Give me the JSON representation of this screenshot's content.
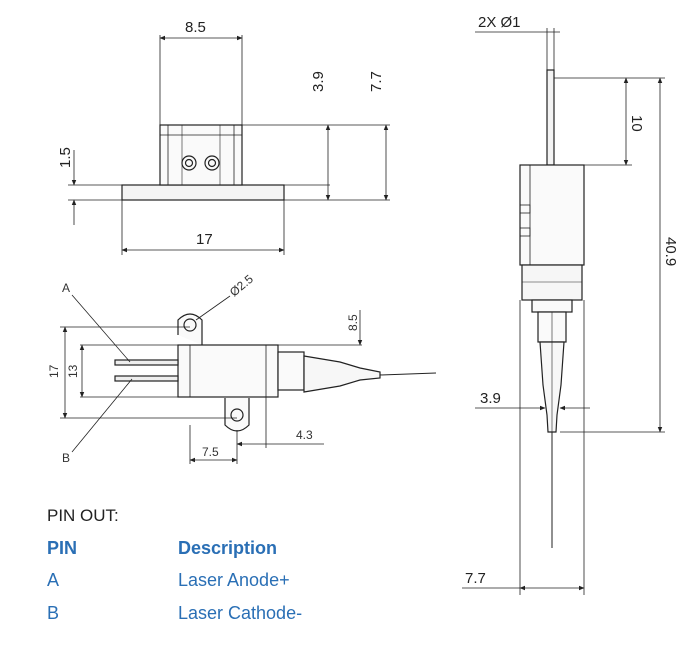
{
  "front_view": {
    "dim_width_top": "8.5",
    "dim_height_39": "3.9",
    "dim_height_77": "7.7",
    "dim_flange": "1.5",
    "dim_base_width": "17"
  },
  "top_view": {
    "label_a": "A",
    "label_b": "B",
    "dim_hole": "Ø2.5",
    "dim_85": "8.5",
    "dim_17": "17",
    "dim_13": "13",
    "dim_75": "7.5",
    "dim_43": "4.3"
  },
  "side_view": {
    "dim_pin": "2X Ø1",
    "dim_10": "10",
    "dim_total": "40.9",
    "dim_39": "3.9",
    "dim_77": "7.7"
  },
  "pinout": {
    "title": "PIN OUT:",
    "col_pin": "PIN",
    "col_desc": "Description",
    "rows": [
      {
        "pin": "A",
        "desc": "Laser Anode+"
      },
      {
        "pin": "B",
        "desc": "Laser Cathode-"
      }
    ]
  },
  "colors": {
    "table_text": "#2a6fb5",
    "line": "#222222"
  }
}
